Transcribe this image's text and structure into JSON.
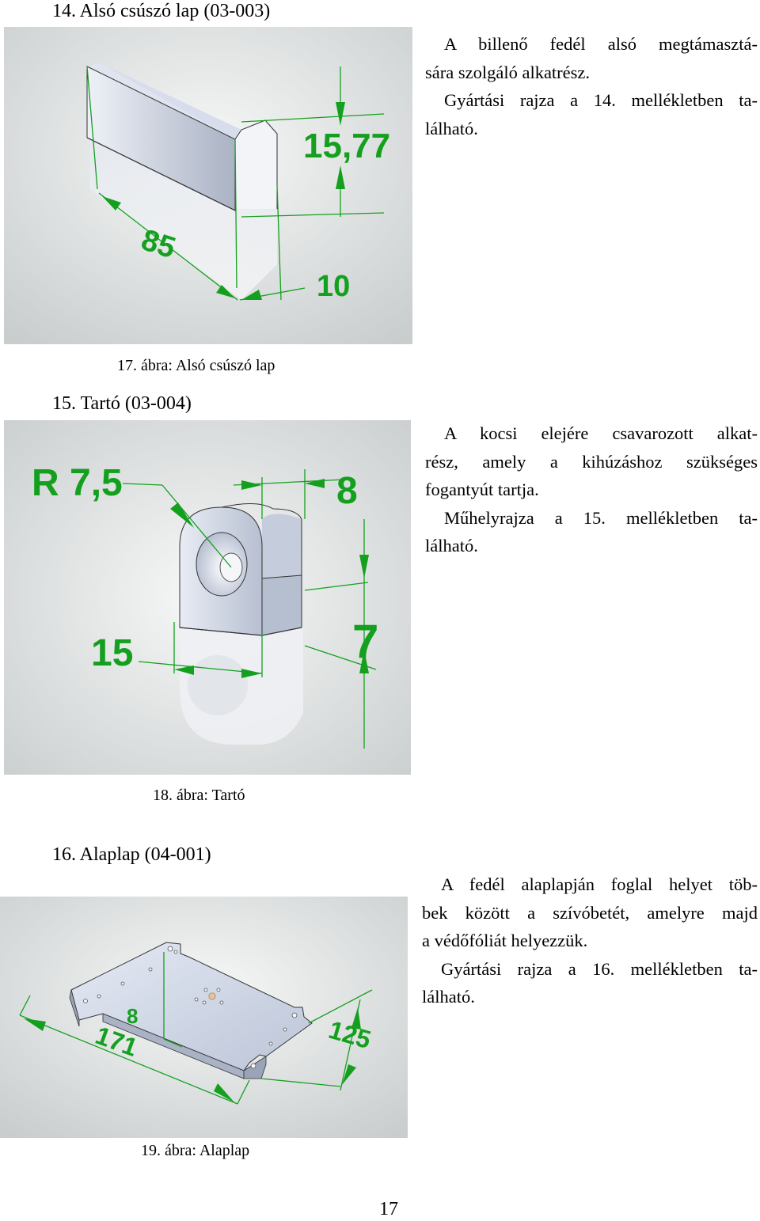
{
  "sections": [
    {
      "heading": "14. Alsó csúszó lap (03-003)",
      "caption": "17. ábra: Alsó csúszó lap",
      "paragraphs": [
        [
          "A billenő fedél alsó megtámasztá-",
          "sára szolgáló alkatrész."
        ],
        [
          "Gyártási rajza a 14. mellékletben ta-",
          "lálható."
        ]
      ],
      "dimensions": [
        "15,77",
        "85",
        "10"
      ]
    },
    {
      "heading": "15. Tartó (03-004)",
      "caption": "18. ábra: Tartó",
      "paragraphs": [
        [
          "A kocsi elejére csavarozott alkat-",
          "rész, amely a kihúzáshoz szükséges",
          "fogantyút tartja."
        ],
        [
          "Műhelyrajza a 15. mellékletben ta-",
          "lálható."
        ]
      ],
      "dimensions": [
        "R 7,5",
        "8",
        "15",
        "7"
      ]
    },
    {
      "heading": "16. Alaplap (04-001)",
      "caption": "19. ábra: Alaplap",
      "paragraphs": [
        [
          "A fedél alaplapján foglal helyet töb-",
          "bek között a szívóbetét, amelyre majd",
          "a védőfóliát helyezzük."
        ],
        [
          "Gyártási rajza a 16. mellékletben ta-",
          "lálható."
        ]
      ],
      "dimensions": [
        "8",
        "171",
        "125"
      ]
    }
  ],
  "page_number": "17",
  "colors": {
    "dimension": "#14a01e",
    "part": "#c9d3e6",
    "background": "#e6e8e8"
  }
}
